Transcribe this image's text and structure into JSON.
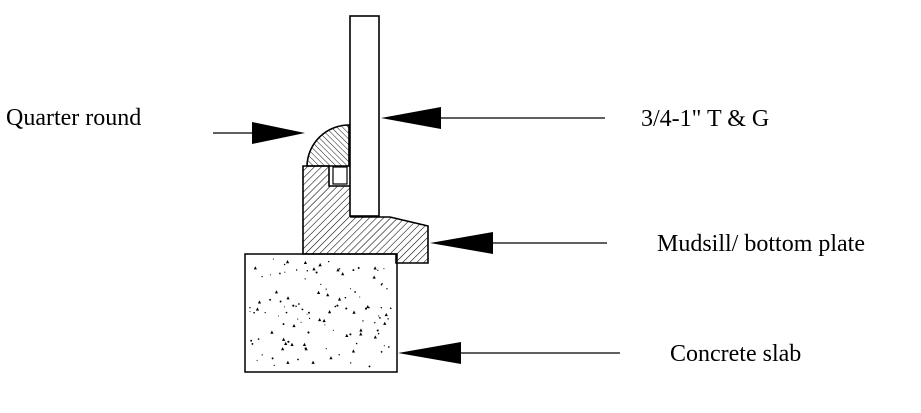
{
  "labels": {
    "quarter_round": "Quarter round",
    "tg": "3/4-1\" T & G",
    "mudsill": "Mudsill/ bottom plate",
    "slab": "Concrete slab"
  },
  "colors": {
    "line": "#000000",
    "background": "#ffffff"
  }
}
